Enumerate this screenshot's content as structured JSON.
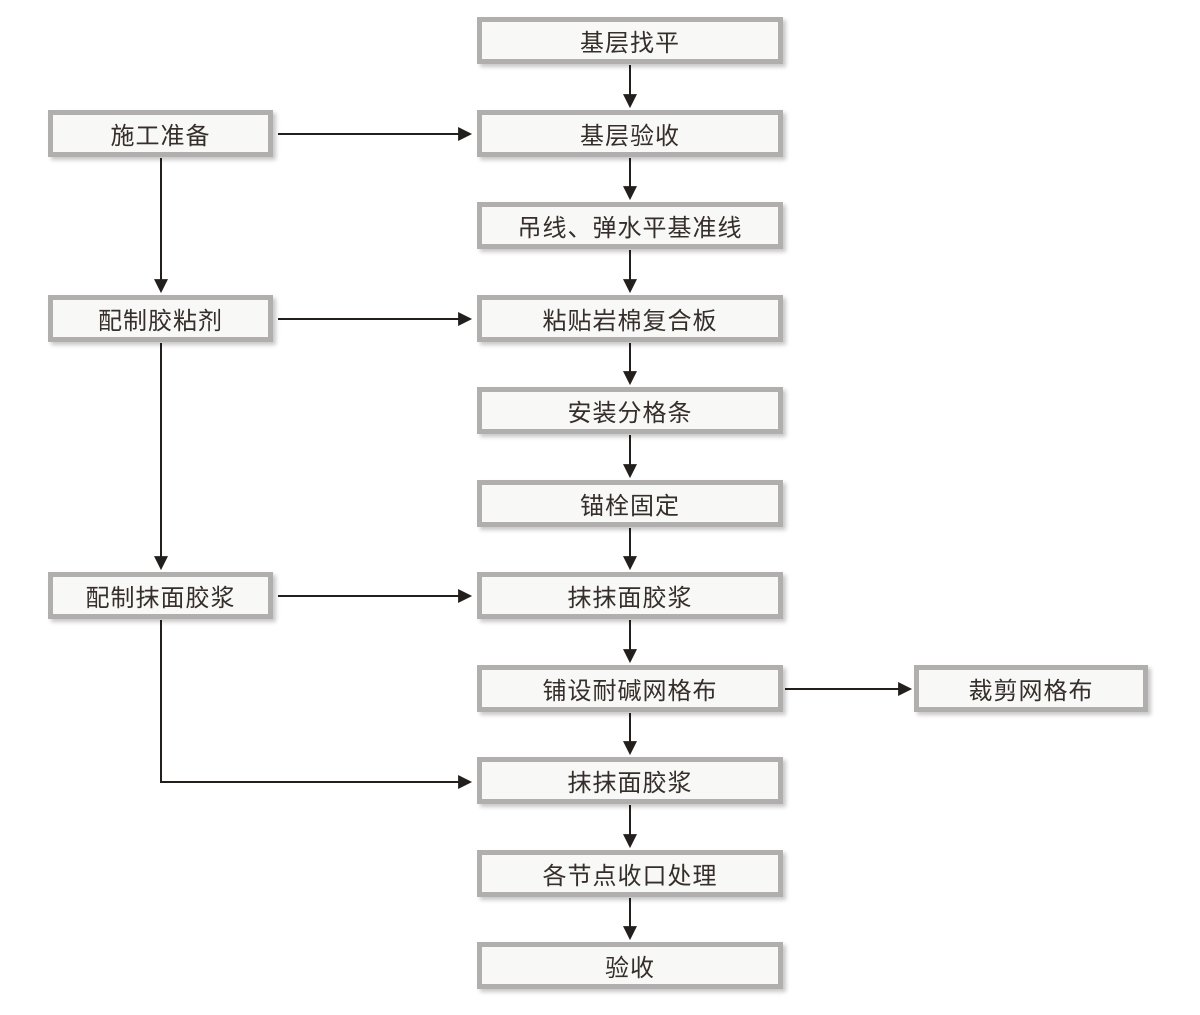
{
  "diagram": {
    "type": "flowchart",
    "colors": {
      "background": "#ffffff",
      "box_fill": "#f8f8f7",
      "box_border": "#b0afae",
      "text": "#352e2a",
      "arrow": "#231f1c"
    },
    "main_flow": [
      "基层找平",
      "基层验收",
      "吊线、弹水平基准线",
      "粘贴岩棉复合板",
      "安装分格条",
      "锚栓固定",
      "抹抹面胶浆",
      "铺设耐碱网格布",
      "抹抹面胶浆",
      "各节点收口处理",
      "验收"
    ],
    "side_flow": [
      "施工准备",
      "配制胶粘剂",
      "配制抹面胶浆"
    ],
    "branch_flow": [
      "裁剪网格布"
    ],
    "edges": [
      {
        "from": "基层找平",
        "to": "基层验收"
      },
      {
        "from": "基层验收",
        "to": "吊线、弹水平基准线"
      },
      {
        "from": "吊线、弹水平基准线",
        "to": "粘贴岩棉复合板"
      },
      {
        "from": "粘贴岩棉复合板",
        "to": "安装分格条"
      },
      {
        "from": "安装分格条",
        "to": "锚栓固定"
      },
      {
        "from": "锚栓固定",
        "to": "抹抹面胶浆(第一道)"
      },
      {
        "from": "抹抹面胶浆(第一道)",
        "to": "铺设耐碱网格布"
      },
      {
        "from": "铺设耐碱网格布",
        "to": "抹抹面胶浆(第二道)"
      },
      {
        "from": "抹抹面胶浆(第二道)",
        "to": "各节点收口处理"
      },
      {
        "from": "各节点收口处理",
        "to": "验收"
      },
      {
        "from": "施工准备",
        "to": "基层验收"
      },
      {
        "from": "施工准备",
        "to": "配制胶粘剂"
      },
      {
        "from": "配制胶粘剂",
        "to": "粘贴岩棉复合板"
      },
      {
        "from": "配制胶粘剂",
        "to": "配制抹面胶浆"
      },
      {
        "from": "配制抹面胶浆",
        "to": "抹抹面胶浆(第一道)"
      },
      {
        "from": "配制抹面胶浆",
        "to": "抹抹面胶浆(第二道)"
      },
      {
        "from": "铺设耐碱网格布",
        "to": "裁剪网格布"
      }
    ]
  }
}
